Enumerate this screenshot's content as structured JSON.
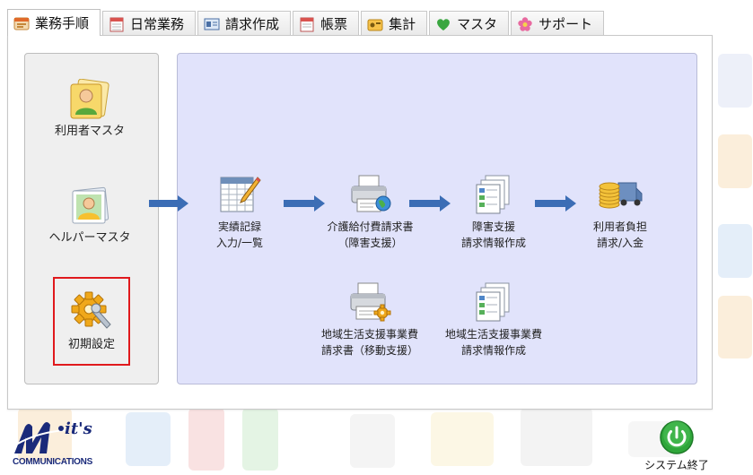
{
  "tabs": [
    {
      "label": "業務手順",
      "icon": "workflow-icon",
      "active": true
    },
    {
      "label": "日常業務",
      "icon": "calendar-icon",
      "active": false
    },
    {
      "label": "請求作成",
      "icon": "invoice-icon",
      "active": false
    },
    {
      "label": "帳票",
      "icon": "report-icon",
      "active": false
    },
    {
      "label": "集計",
      "icon": "aggregate-icon",
      "active": false
    },
    {
      "label": "マスタ",
      "icon": "heart-icon",
      "active": false
    },
    {
      "label": "サポート",
      "icon": "flower-icon",
      "active": false
    }
  ],
  "left_items": {
    "user_master": {
      "label": "利用者マスタ",
      "icon": "user-folder-icon"
    },
    "helper_master": {
      "label": "ヘルパーマスタ",
      "icon": "helper-card-icon"
    },
    "initial_settings": {
      "label": "初期設定",
      "icon": "gear-wrench-icon"
    }
  },
  "flow_items": {
    "service_record": {
      "line1": "実績記録",
      "line2": "入力/一覧",
      "icon": "spreadsheet-pencil-icon"
    },
    "care_billing": {
      "line1": "介護給付費請求書",
      "line2": "（障害支援）",
      "icon": "printer-globe-icon"
    },
    "disability_billing_info": {
      "line1": "障害支援",
      "line2": "請求情報作成",
      "icon": "documents-icon"
    },
    "user_payment": {
      "line1": "利用者負担",
      "line2": "請求/入金",
      "icon": "coins-truck-icon"
    },
    "community_billing": {
      "line1": "地域生活支援事業費",
      "line2": "請求書（移動支援）",
      "icon": "printer-gear-icon"
    },
    "community_billing_info": {
      "line1": "地域生活支援事業費",
      "line2": "請求情報作成",
      "icon": "documents-icon"
    }
  },
  "logo": {
    "brand": "it's",
    "sub": "COMMUNICATIONS"
  },
  "exit": {
    "label": "システム終了",
    "icon": "power-icon"
  },
  "colors": {
    "flow_bg": "#e1e3fb",
    "arrow": "#3b6db5",
    "highlight": "#e0191d",
    "power": "#2fa63a"
  }
}
